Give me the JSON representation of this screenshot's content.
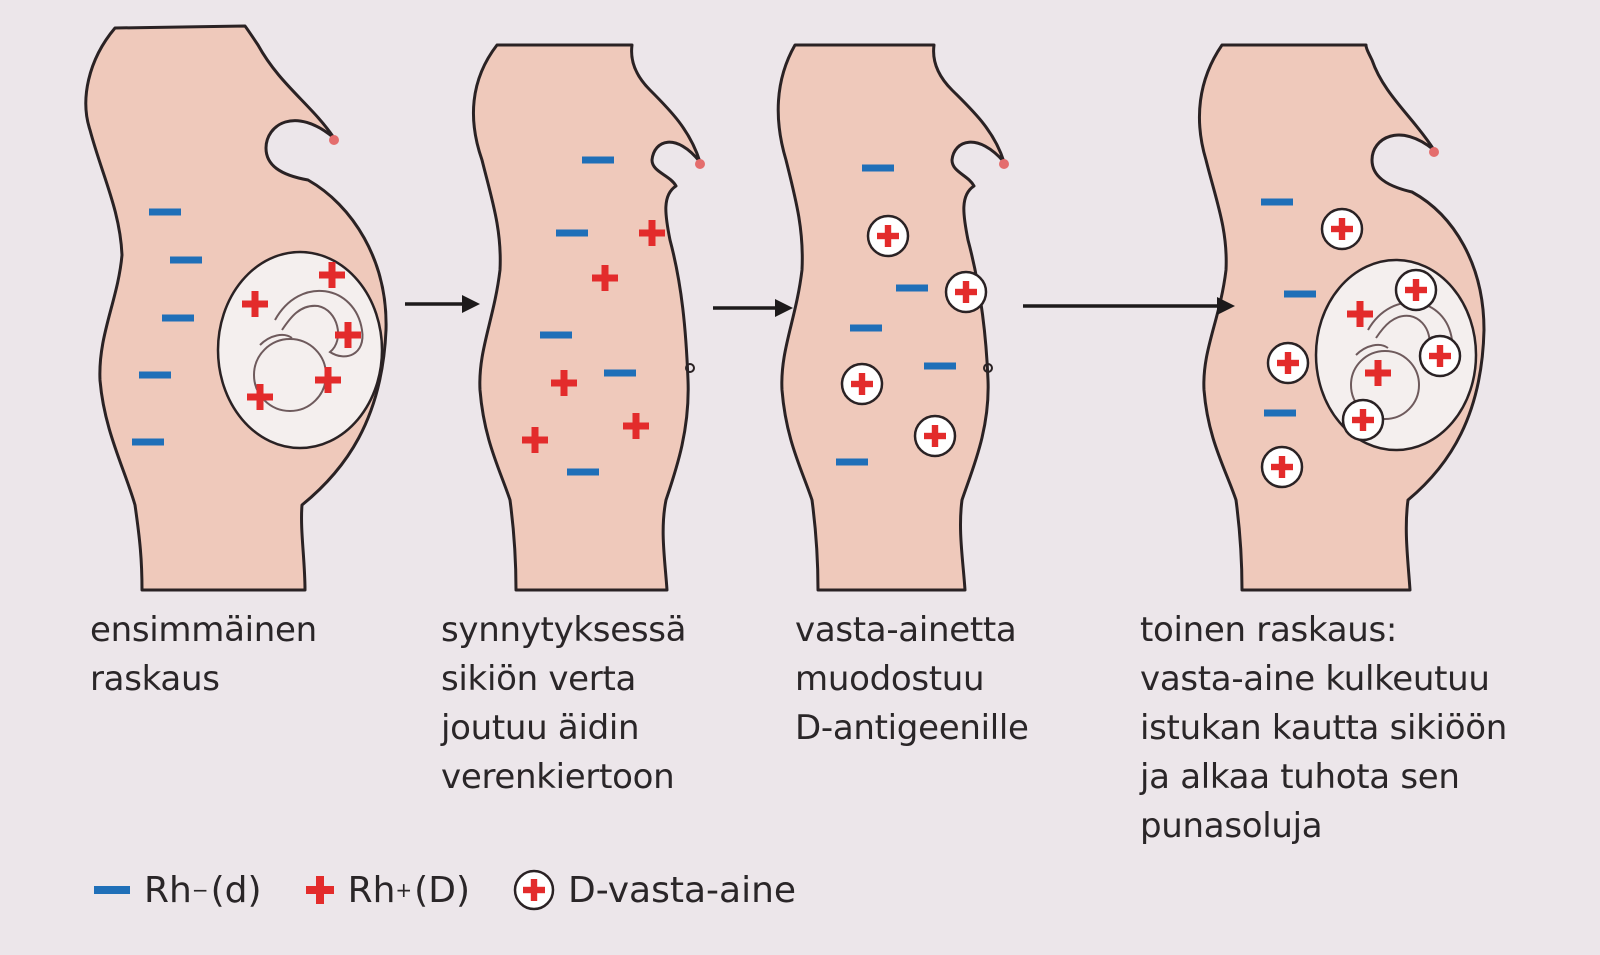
{
  "stages": [
    {
      "caption": [
        "ensimmäinen",
        "raskaus"
      ]
    },
    {
      "caption": [
        "synnytyksessä",
        "sikiön verta",
        "joutuu äidin",
        "verenkiertoon"
      ]
    },
    {
      "caption": [
        "vasta-ainetta",
        "muodostuu",
        "D-antigeenille"
      ]
    },
    {
      "caption": [
        "toinen raskaus:",
        "vasta-aine kulkeutuu",
        "istukan kautta sikiöön",
        "ja alkaa tuhota sen",
        "punasoluja"
      ]
    }
  ],
  "legend": {
    "minus": {
      "text": "Rh",
      "sup": "−",
      "suffix": " (d)"
    },
    "plus": {
      "text": "Rh",
      "sup": "+",
      "suffix": " (D)"
    },
    "antibody": {
      "text": "D-vasta-aine"
    }
  },
  "colors": {
    "background": "#ece6ea",
    "body_fill": "#efc9bb",
    "outline": "#2a2224",
    "minus": "#1f6fb8",
    "plus": "#e32b2b",
    "nipple": "#e46d6d",
    "womb": "#f4efee"
  },
  "icons": {
    "minus": "minus-bar-icon",
    "plus": "red-plus-icon",
    "antibody": "circled-plus-icon",
    "arrow": "arrow-right-icon",
    "fetus": "fetus-icon"
  }
}
